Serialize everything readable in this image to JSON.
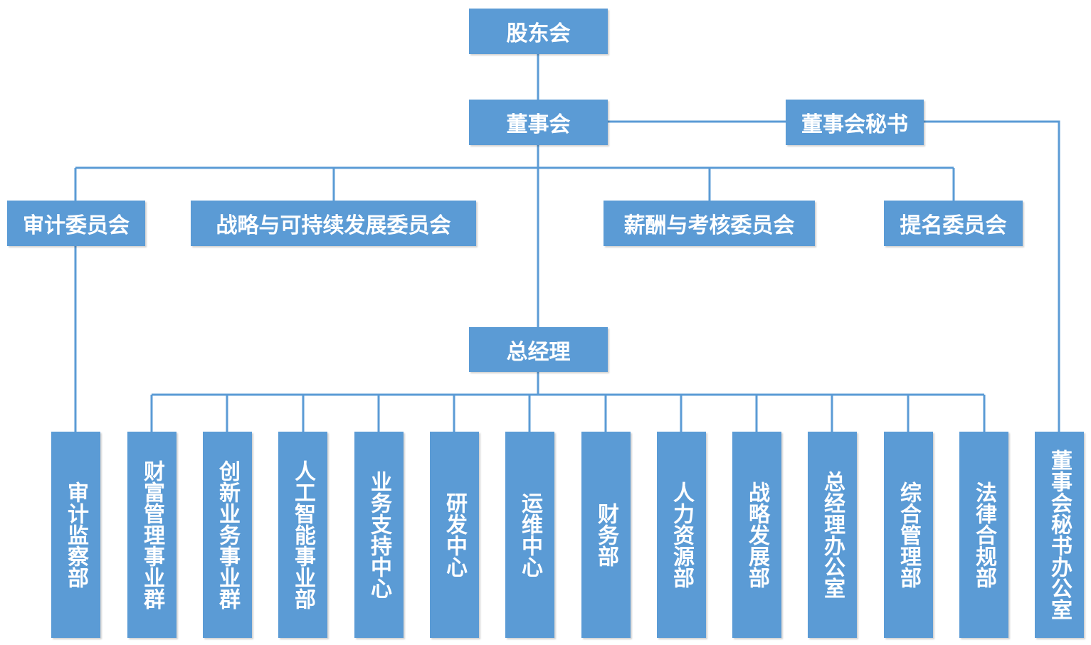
{
  "colors": {
    "box": "#5b9bd5",
    "text": "#ffffff",
    "line": "#5b9bd5"
  },
  "nodes": {
    "shareholders": "股东会",
    "board": "董事会",
    "board_secretary": "董事会秘书",
    "audit_committee": "审计委员会",
    "strategy_committee": "战略与可持续发展委员会",
    "compensation_committee": "薪酬与考核委员会",
    "nomination_committee": "提名委员会",
    "general_manager": "总经理",
    "departments": [
      "审计监察部",
      "财富管理事业群",
      "创新业务事业群",
      "人工智能事业部",
      "业务支持中心",
      "研发中心",
      "运维中心",
      "财务部",
      "人力资源部",
      "战略发展部",
      "总经理办公室",
      "综合管理部",
      "法律合规部",
      "董事会秘书办公室"
    ]
  }
}
